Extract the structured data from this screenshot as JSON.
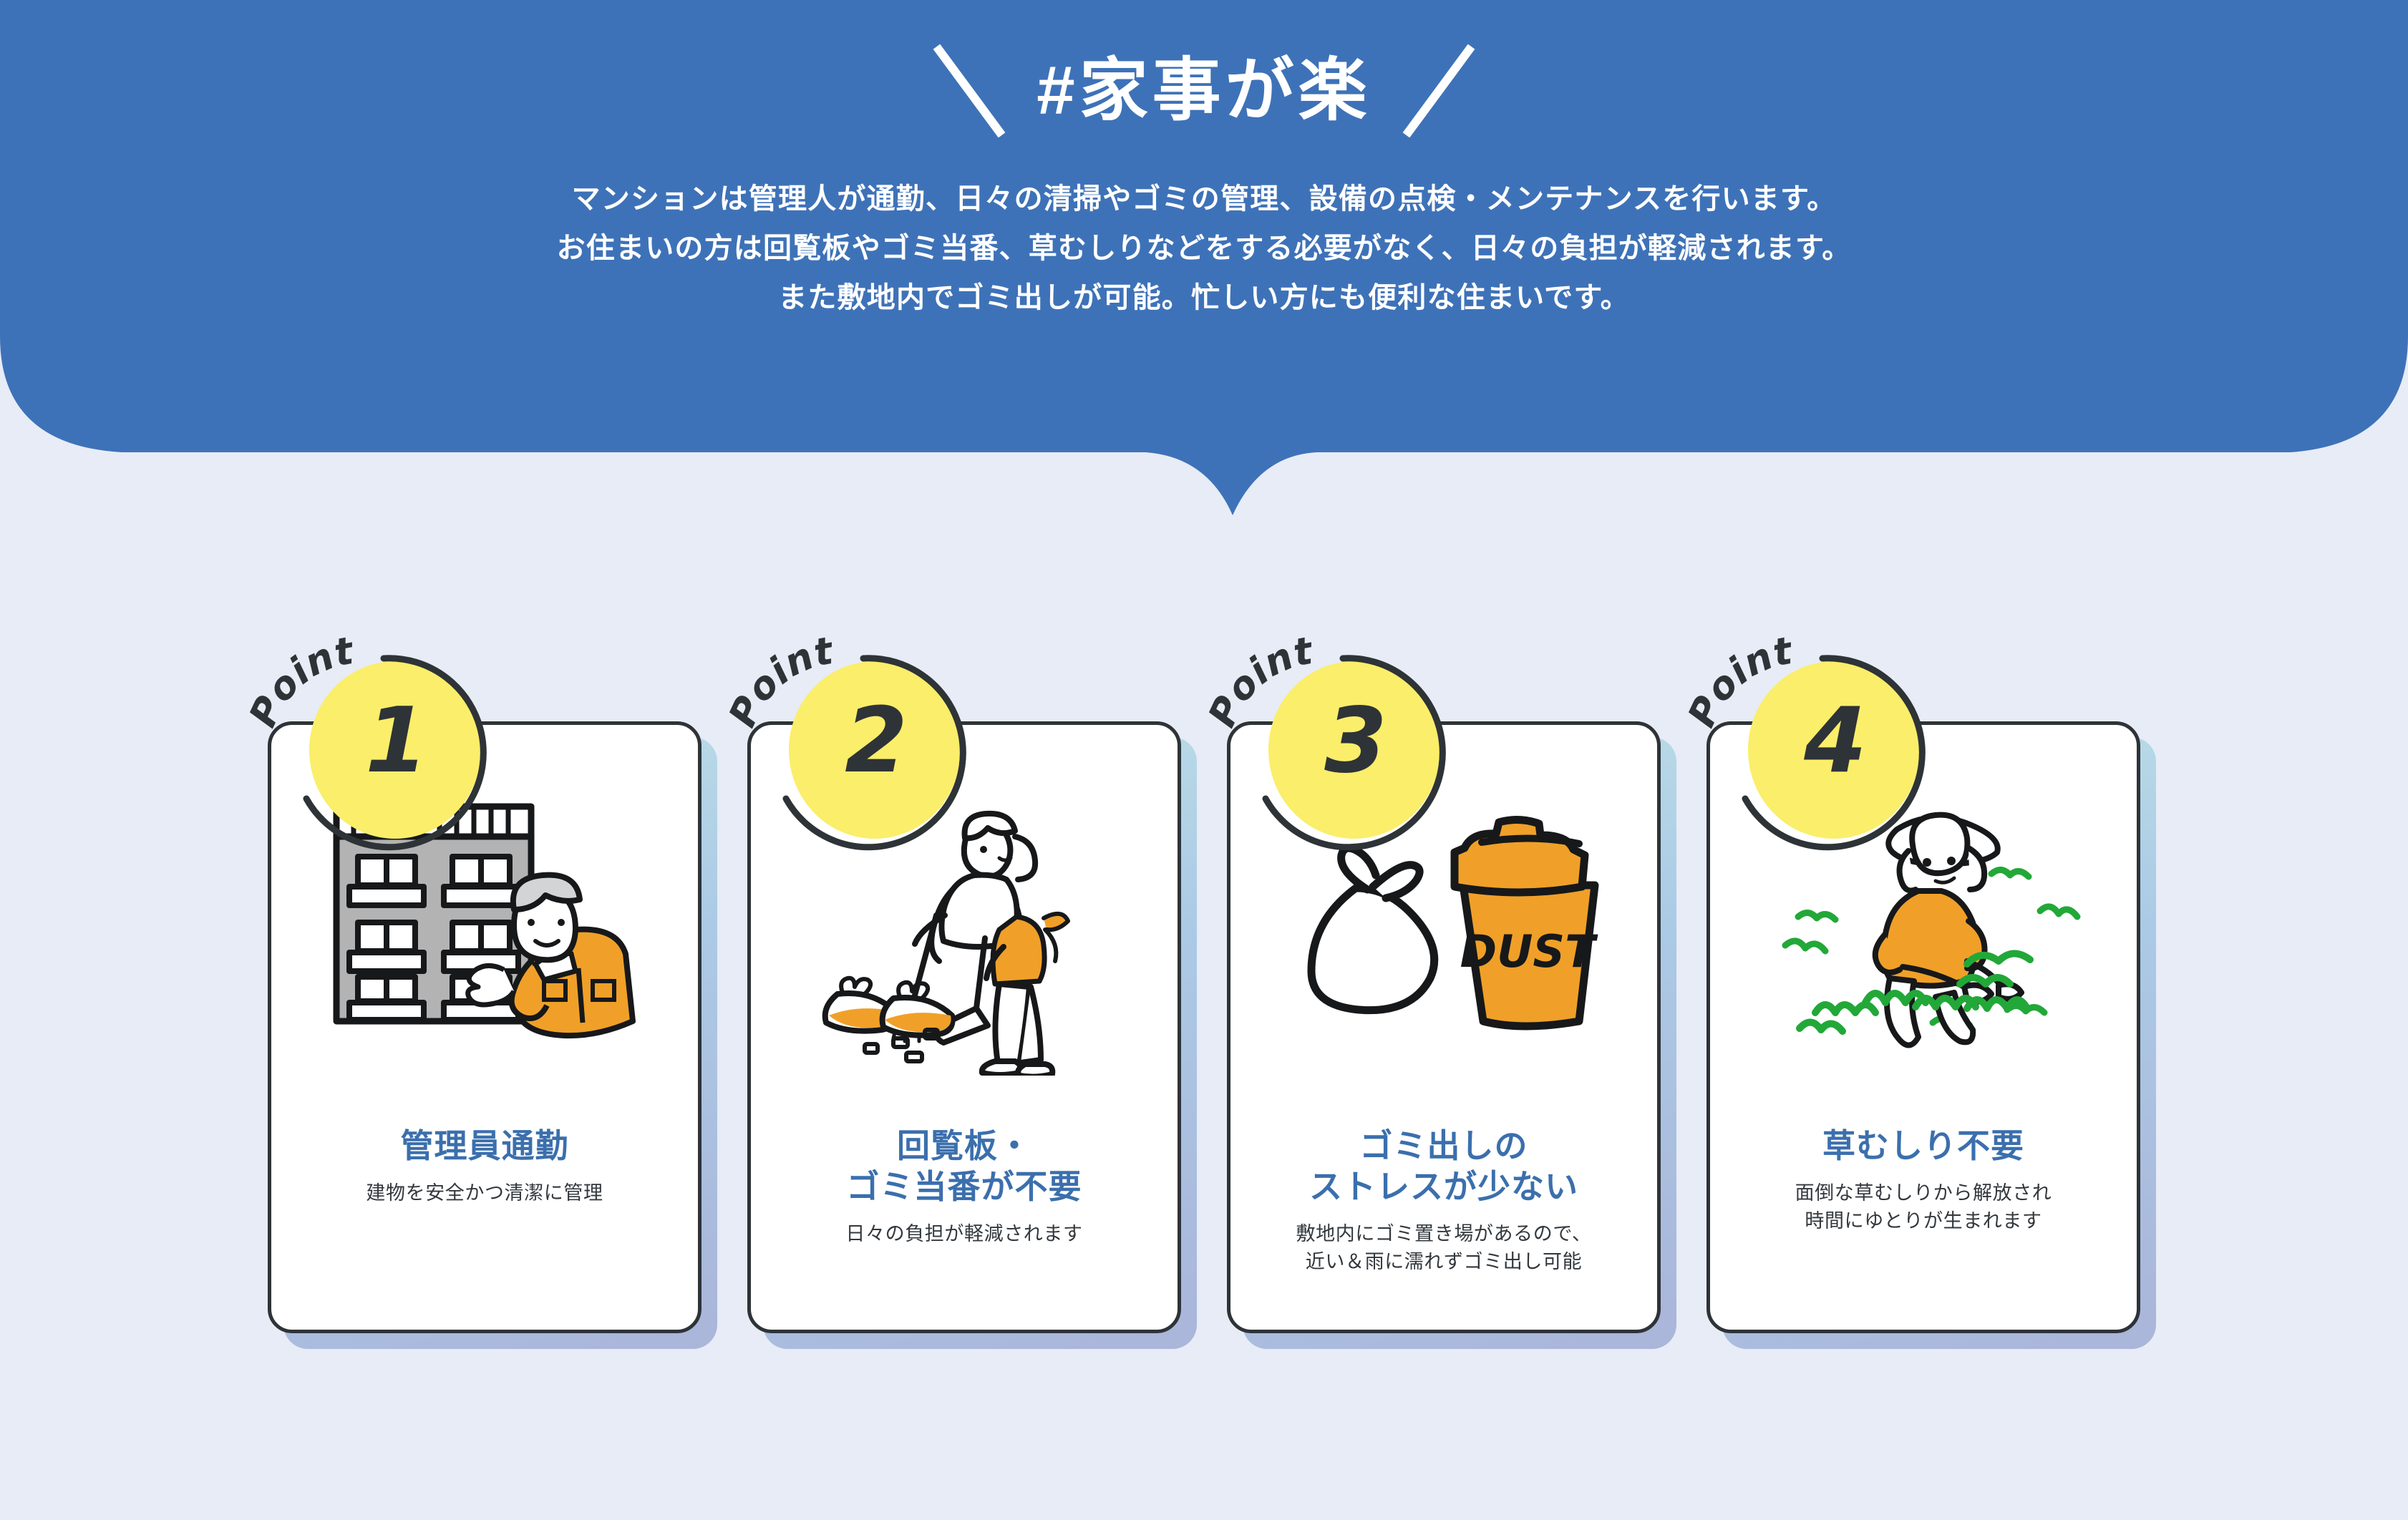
{
  "hero": {
    "title": "#家事が楽",
    "slash_left": "left-slash-mark",
    "slash_right": "right-slash-mark",
    "description_lines": [
      "マンションは管理人が通勤、日々の清掃やゴミの管理、設備の点検・メンテナンスを行います。",
      "お住まいの方は回覧板やゴミ当番、草むしりなどをする必要がなく、日々の負担が軽減されます。",
      "また敷地内でゴミ出しが可能。忙しい方にも便利な住まいです。"
    ]
  },
  "badge_label": "Point",
  "cards": [
    {
      "number": "1",
      "title_lines": [
        "管理員通勤"
      ],
      "subtitle_lines": [
        "建物を安全かつ清潔に管理"
      ],
      "illustration": "apartment-building-with-manager"
    },
    {
      "number": "2",
      "title_lines": [
        "回覧板・",
        "ゴミ当番が不要"
      ],
      "subtitle_lines": [
        "日々の負担が軽減されます"
      ],
      "illustration": "woman-sweeping-with-broom-and-garbage-bags"
    },
    {
      "number": "3",
      "title_lines": [
        "ゴミ出しの",
        "ストレスが少ない"
      ],
      "subtitle_lines": [
        "敷地内にゴミ置き場があるので、",
        "近い＆雨に濡れずゴミ出し可能"
      ],
      "illustration": "garbage-bag-and-dust-bin",
      "bin_label": "DUST"
    },
    {
      "number": "4",
      "title_lines": [
        "草むしり不要"
      ],
      "subtitle_lines": [
        "面倒な草むしりから解放され",
        "時間にゆとりが生まれます"
      ],
      "illustration": "woman-in-hat-weeding-grass"
    }
  ],
  "colors": {
    "banner_blue": "#3E72B8",
    "page_background": "#E7ECF6",
    "badge_yellow": "#FBEE6A",
    "title_blue": "#3B6FAD",
    "illustration_orange": "#F0A028",
    "grass_green": "#22A838",
    "outline_dark": "#2E3337",
    "building_gray": "#B3B3B3"
  }
}
